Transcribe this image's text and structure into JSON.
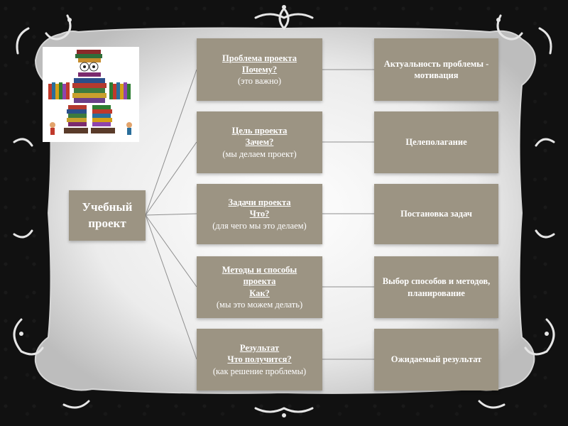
{
  "root": {
    "label_line1": "Учебный",
    "label_line2": "проект"
  },
  "rows": [
    {
      "left": {
        "title": [
          "Проблема проекта",
          "Почему?"
        ],
        "note": "(это важно)"
      },
      "right": "Актуальность проблемы - мотивация"
    },
    {
      "left": {
        "title": [
          "Цель проекта",
          "Зачем?"
        ],
        "note": "(мы делаем проект)"
      },
      "right": "Целеполагание"
    },
    {
      "left": {
        "title": [
          "Задачи проекта",
          "Что?"
        ],
        "note": "(для чего мы это делаем)"
      },
      "right": "Постановка задач"
    },
    {
      "left": {
        "title": [
          "Методы и способы",
          "проекта",
          "Как?"
        ],
        "note": "(мы это можем делать)"
      },
      "right": "Выбор способов и методов, планирование"
    },
    {
      "left": {
        "title": [
          "Результат",
          "Что получится?"
        ],
        "note": "(как решение проблемы)"
      },
      "right": "Ожидаемый результат"
    }
  ],
  "colors": {
    "node": "#9c9483",
    "frame": "#e4e4e4",
    "background": "#121212"
  },
  "image": {
    "icon": "books-figure-icon"
  }
}
